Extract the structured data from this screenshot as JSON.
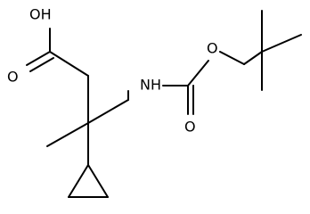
{
  "labels": {
    "oh": "OH",
    "o_acid": "O",
    "nh": "NH",
    "o_ester": "O",
    "o_carbonyl": "O"
  },
  "colors": {
    "bond": "#000000",
    "background": "#ffffff"
  }
}
